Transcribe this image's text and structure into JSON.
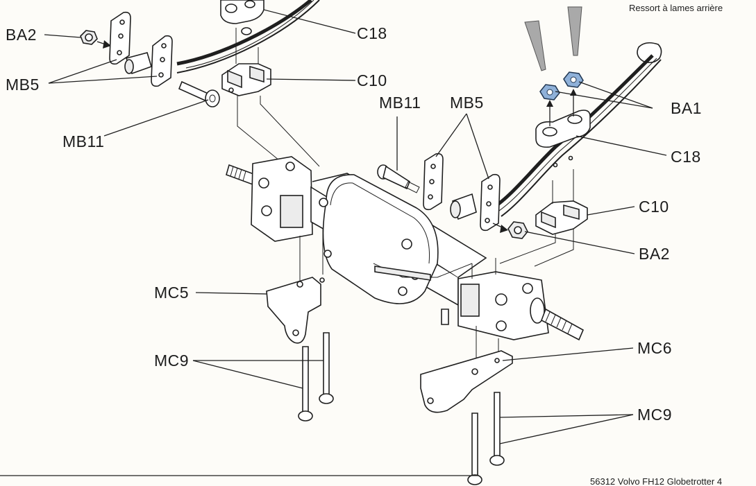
{
  "labels": {
    "ba2_top": "BA2",
    "mb5_top": "MB5",
    "mb11_top": "MB11",
    "c18_top": "C18",
    "c10_top": "C10",
    "mb11_mid": "MB11",
    "mb5_mid": "MB5",
    "ba1": "BA1",
    "c18_right": "C18",
    "c10_right": "C10",
    "ba2_right": "BA2",
    "mc5": "MC5",
    "mc9_left": "MC9",
    "mc6": "MC6",
    "mc9_right": "MC9",
    "spring_caption": "Ressort à lames arrière"
  },
  "footer": {
    "text": "56312 Volvo FH12 Globetrotter 4"
  },
  "colors": {
    "nut_highlight": "#8fb1d9",
    "line": "#1f1f1f",
    "background": "#fdfcf8"
  }
}
